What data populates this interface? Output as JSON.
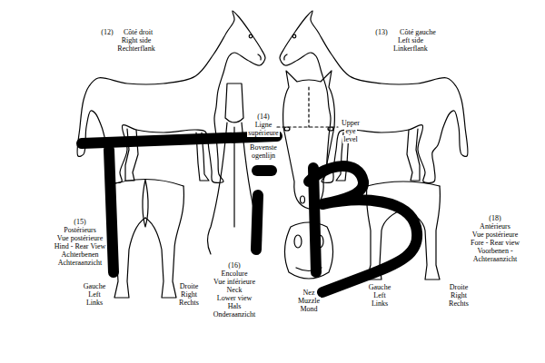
{
  "diagram": {
    "labels": [
      "(12)",
      "Côté droit",
      "Right side",
      "Rechterflank",
      "(13)",
      "Côté gauche",
      "Left side",
      "Linkerflank",
      "(14)",
      "Ligne",
      "supérieure",
      "Upper",
      "eye",
      "level",
      "Bovenste",
      "ogenlijn",
      "(15)",
      "Postérieurs",
      "Vue postérieure",
      "Hind - Rear View",
      "Achterbenen",
      "Achteraanzicht",
      "Gauche",
      "Left",
      "Links",
      "Droite",
      "Right",
      "Rechts",
      "(16)",
      "Encolure",
      "Vue inférieure",
      "Neck",
      "Lower view",
      "Hals",
      "Onderaanzicht",
      "Nez",
      "Muzzle",
      "Mond",
      "(18)",
      "Antérieurs",
      "Vue postérieure",
      "Fore - Rear view",
      "Voorbenen -",
      "Achteraanzicht",
      "Gauche",
      "Left",
      "Links",
      "Droite",
      "Right",
      "Rechts"
    ]
  }
}
